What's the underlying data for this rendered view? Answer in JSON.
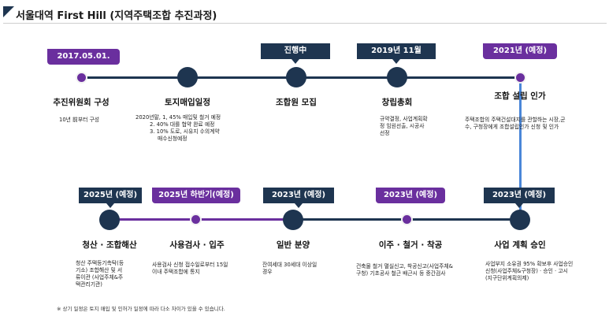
{
  "title": "서울대역 First Hill (지역주택조합 추진과정)",
  "top_row": [
    {
      "tag": "2017.05.01.",
      "tag_style": "purple",
      "label": "추진위원회 구성",
      "desc": [
        "10년 前부터 구성"
      ]
    },
    {
      "tag": "",
      "tag_style": "none",
      "label": "토지매입일정",
      "desc": [
        "2020년말, 1, 45% 매입및 철거 예정",
        "2. 40% 대를 협약 완료 예정",
        "3. 10% 도로, 시유지 수의계약",
        "매수신청예정"
      ]
    },
    {
      "tag": "진행中",
      "tag_style": "navy",
      "label": "조합원 모집",
      "desc": []
    },
    {
      "tag": "2019년 11월",
      "tag_style": "navy",
      "label": "창립총회",
      "desc": [
        "규약결정, 사업계획확",
        "정 임원선출, 시공사",
        "선정"
      ]
    },
    {
      "tag": "2021년 (예정)",
      "tag_style": "purple",
      "label": "조합 설립 인가",
      "desc": [
        "주택조합의 주택건설대지를 관할하는 시장,군",
        "수, 구청장에게 조합설립인가 신청 및 인가"
      ]
    }
  ],
  "bottom_row": [
    {
      "tag": "2025년 (예정)",
      "tag_style": "navy",
      "label": "청산 · 조합해산",
      "desc": [
        "청산  주택등기촉탁(등",
        "기소)  조합해산 및 서",
        "류이관  (사업주체&주",
        "택관리기관)"
      ]
    },
    {
      "tag": "2025년 하반기(예정)",
      "tag_style": "purple",
      "label": "사용검사 · 입주",
      "desc": [
        "사용검사 신청 접수일로부터 15일",
        "이내  주택조합에 통지"
      ]
    },
    {
      "tag": "2023년 (예정)",
      "tag_style": "navy",
      "label": "일반 분양",
      "desc": [
        "잔여세대 30세대 이상일",
        "경우"
      ]
    },
    {
      "tag": "2023년 (예정)",
      "tag_style": "purple",
      "label": "이주 · 철거 · 착공",
      "desc": [
        "건축물 철거 멸실신고, 착공신고(사업주체&",
        "구청)  기초공사 철근 배근시 등 중간검사"
      ]
    },
    {
      "tag": "2023년 (예정)",
      "tag_style": "navy",
      "label": "사업 계획 승인",
      "desc": [
        "사업부지 소유권 95% 확보후  사업승인",
        "신청(사업주체&구청장) · 승인 · 고시",
        "(지구단위계획의제)"
      ]
    }
  ],
  "footnote": "※ 상기 일정은 토지 매입 및 인허가 일정에 따라 다소 차이가 있을 수 있습니다.",
  "colors": {
    "navy": "#1e3550",
    "purple": "#6a2f9e",
    "connector": "#4a86d8"
  }
}
